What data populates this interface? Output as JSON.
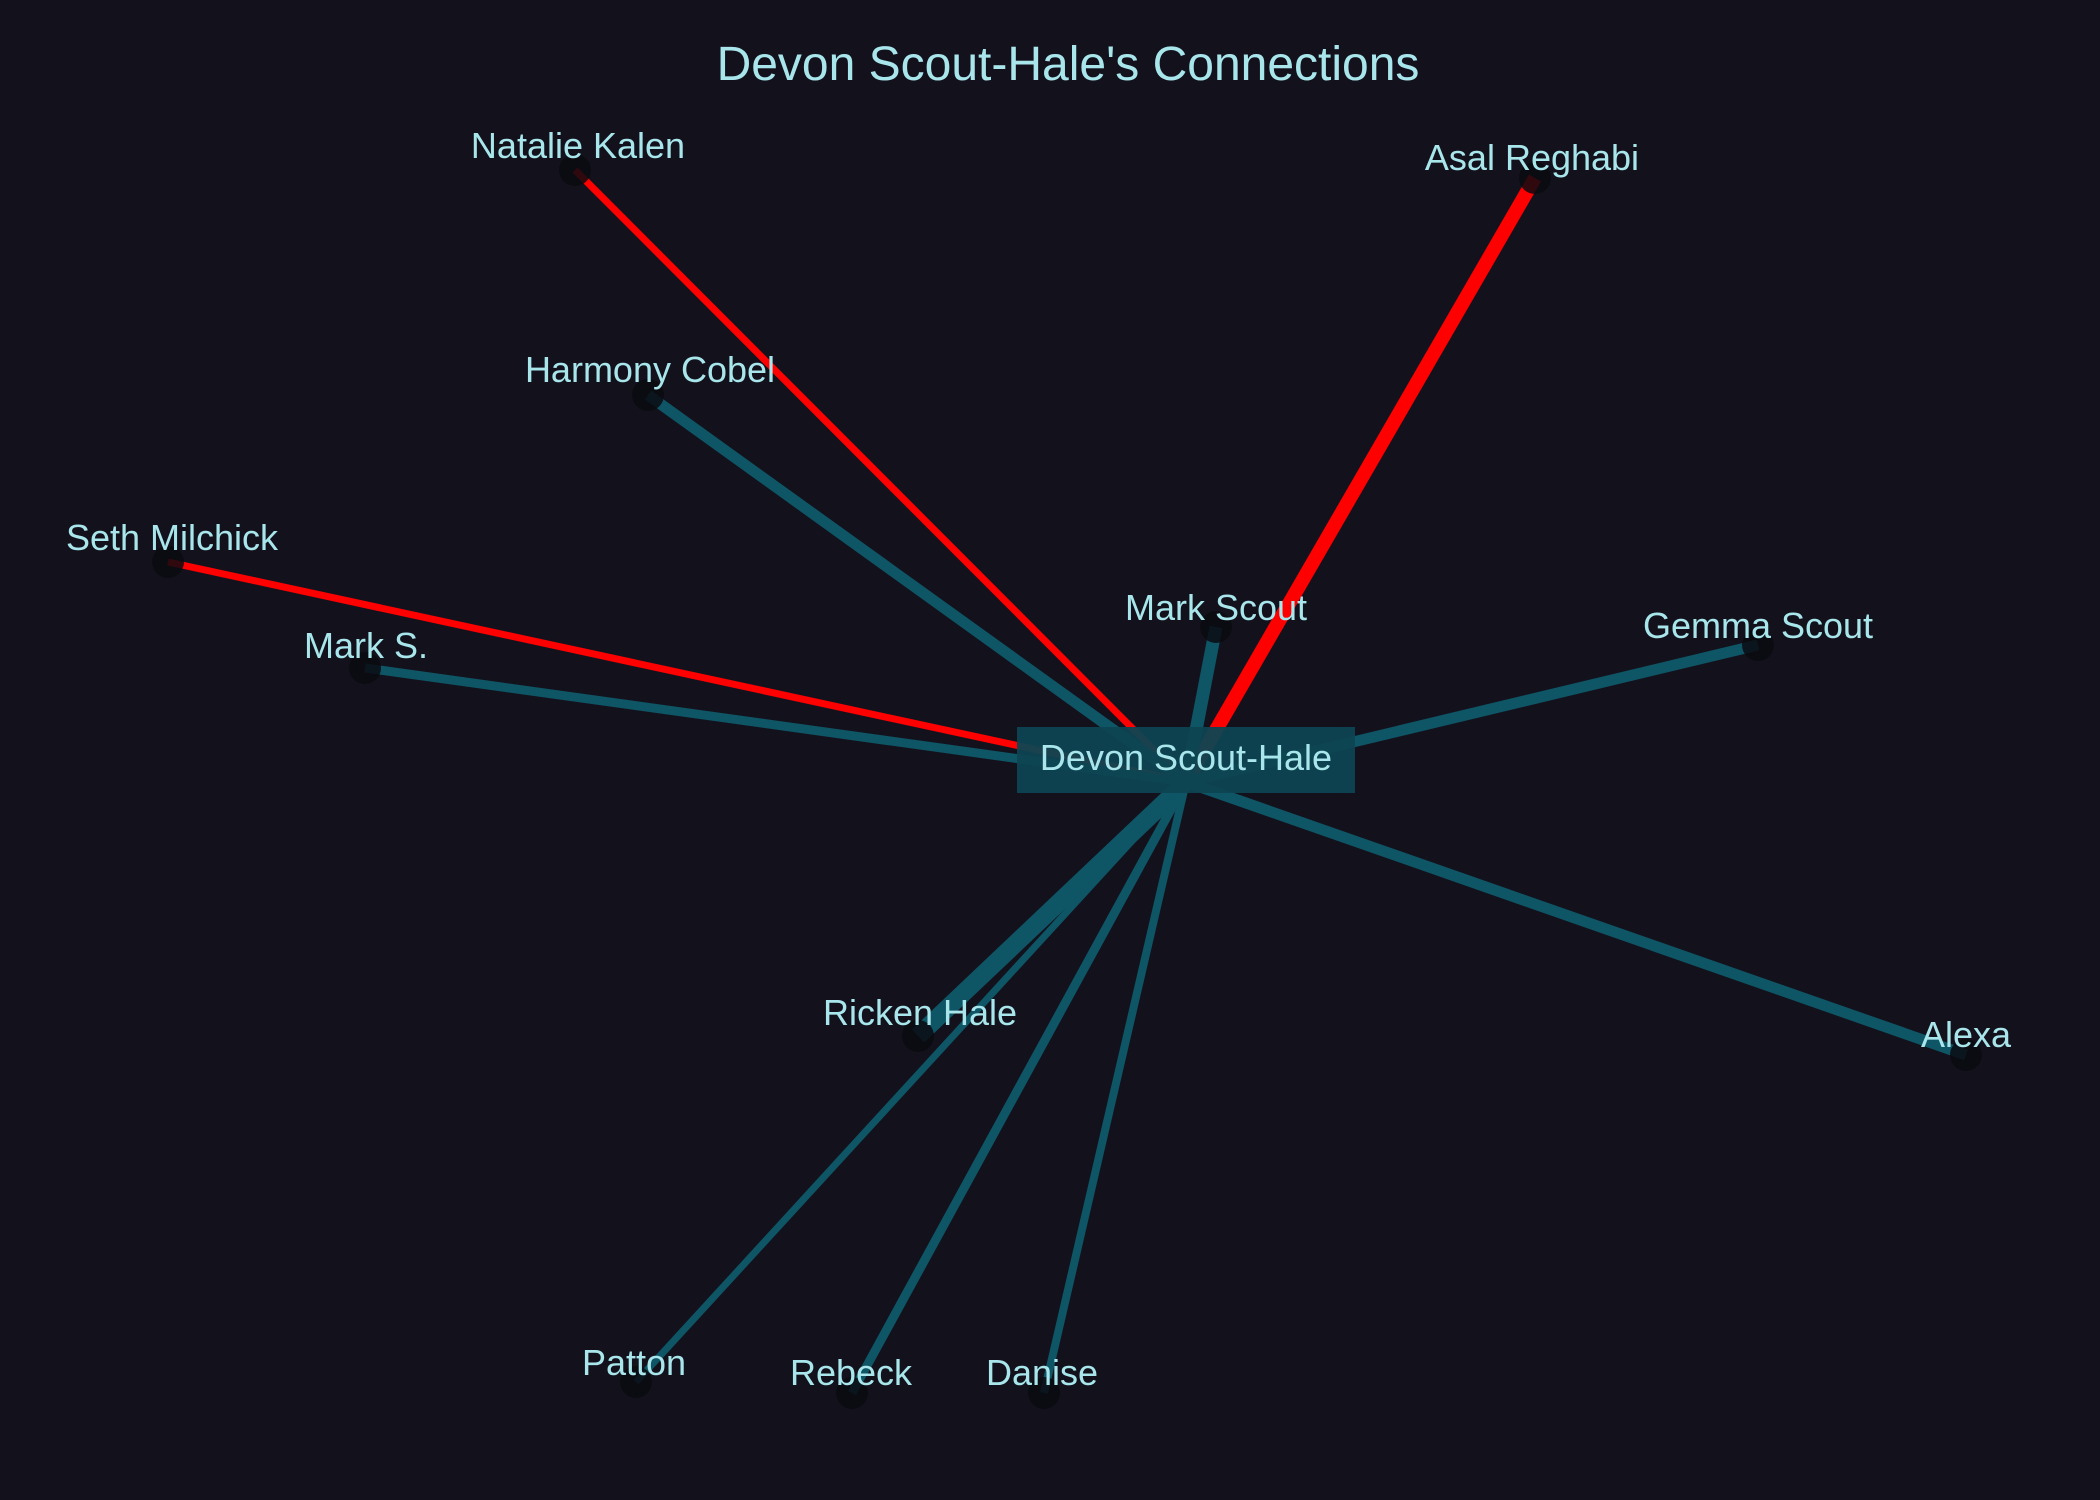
{
  "title": "Devon Scout-Hale's Connections",
  "center": {
    "label": "Devon Scout-Hale"
  },
  "colors": {
    "background": "#13121c",
    "text": "#a8e6ec",
    "positive_edge": "#0e5566",
    "negative_edge": "#ff0000",
    "center_box": "#0e4452",
    "node": "#0a0a10"
  },
  "connections": [
    {
      "name": "Natalie Kalen",
      "relation": "negative"
    },
    {
      "name": "Asal Reghabi",
      "relation": "negative"
    },
    {
      "name": "Harmony Cobel",
      "relation": "positive"
    },
    {
      "name": "Seth Milchick",
      "relation": "negative"
    },
    {
      "name": "Mark S.",
      "relation": "positive"
    },
    {
      "name": "Mark Scout",
      "relation": "positive"
    },
    {
      "name": "Gemma Scout",
      "relation": "positive"
    },
    {
      "name": "Alexa",
      "relation": "positive"
    },
    {
      "name": "Ricken Hale",
      "relation": "positive"
    },
    {
      "name": "Patton",
      "relation": "positive"
    },
    {
      "name": "Rebeck",
      "relation": "positive"
    },
    {
      "name": "Danise",
      "relation": "positive"
    }
  ]
}
